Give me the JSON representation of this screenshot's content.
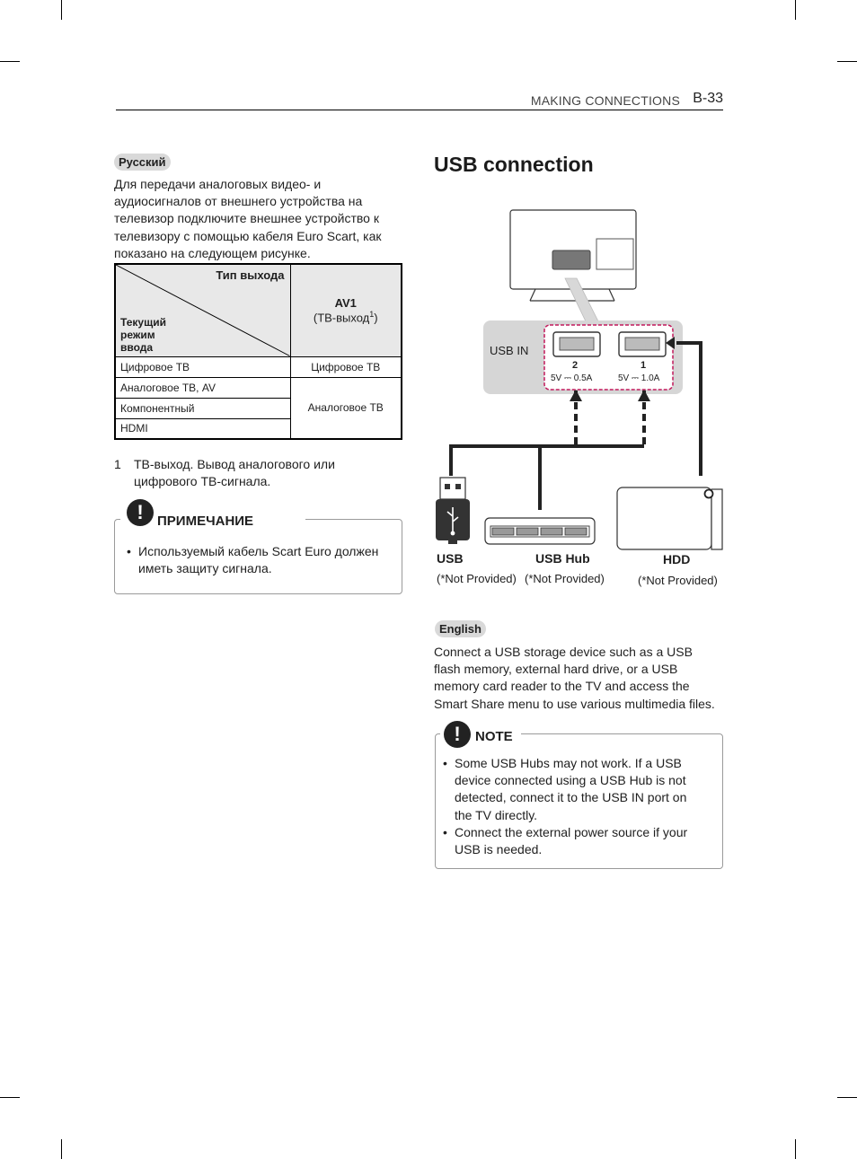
{
  "header": {
    "section": "MAKING CONNECTIONS",
    "page": "B-33"
  },
  "left": {
    "lang": "Русский",
    "intro_lines": [
      "Для передачи аналоговых видео- и",
      "аудиосигналов от внешнего устройства на",
      "телевизор подключите внешнее устройство к",
      "телевизору с помощью кабеля Euro Scart, как",
      "показано на следующем рисунке."
    ],
    "table": {
      "col_header_top": "Тип выхода",
      "row_header": [
        "Текущий",
        "режим",
        "ввода"
      ],
      "av_name": "AV1",
      "av_sub": "(ТВ-выход",
      "av_sup": "1",
      "av_close": ")",
      "rows": [
        "Цифровое ТВ",
        "Аналоговое ТВ, AV",
        "Компонентный",
        "HDMI"
      ],
      "out_digital": "Цифровое ТВ",
      "out_analog": "Аналоговое ТВ"
    },
    "footnote": {
      "num": "1",
      "lines": [
        "ТВ-выход. Вывод аналогового или",
        "цифрового ТВ-сигнала."
      ]
    },
    "note": {
      "title": "ПРИМЕЧАНИЕ",
      "bullets": [
        [
          "Используемый кабель Scart Euro должен",
          "иметь защиту сигнала."
        ]
      ]
    }
  },
  "right": {
    "title": "USB connection",
    "diagram": {
      "usb_in": "USB IN",
      "port2": "2",
      "port1": "1",
      "port2_power": "5V ⎓ 0.5A",
      "port1_power": "5V ⎓ 1.0A",
      "usb": "USB",
      "usb_hub": "USB Hub",
      "hdd": "HDD",
      "not_provided": "(*Not Provided)"
    },
    "lang": "English",
    "intro_lines": [
      "Connect a USB storage device such as a USB",
      "flash memory, external hard drive, or a USB",
      "memory card reader to the TV and access the",
      "Smart Share menu to use various multimedia files."
    ],
    "note": {
      "title": "NOTE",
      "bullets": [
        [
          "Some USB Hubs may not work. If a USB",
          "device connected using a USB Hub is not",
          "detected, connect it to the USB IN port on",
          "the TV directly."
        ],
        [
          "Connect the external power source if your",
          "USB is needed."
        ]
      ]
    }
  }
}
